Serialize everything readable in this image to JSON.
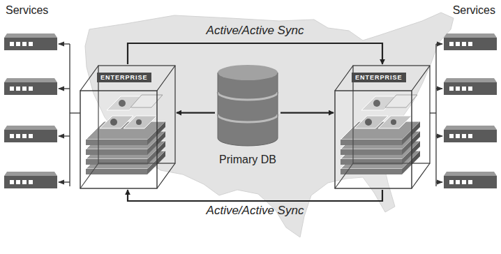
{
  "diagram": {
    "nodes": [
      {
        "text": [
          "ENTERPRISE"
        ]
      },
      {
        "text": [
          "Primary DB"
        ]
      },
      {
        "text": [
          "ENTERPRISE"
        ]
      }
    ],
    "edges": [
      {
        "from": 0,
        "to": 2,
        "label": "Active/Active Sync",
        "arrow": "to"
      },
      {
        "from": 2,
        "to": 0,
        "label": "Active/Active Sync",
        "arrow": "to"
      },
      {
        "from": 1,
        "to": 0,
        "arrow": "to"
      },
      {
        "from": 1,
        "to": 2,
        "arrow": "to"
      }
    ],
    "labels": [
      "Services",
      "Services"
    ]
  }
}
